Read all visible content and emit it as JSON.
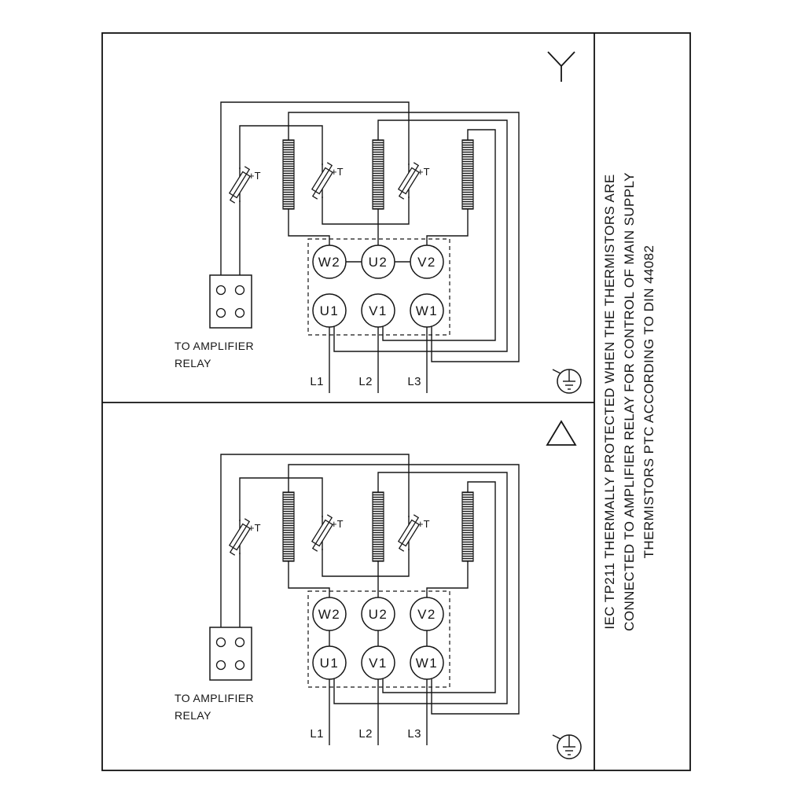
{
  "colors": {
    "line": "#161616",
    "background": "#ffffff"
  },
  "side_note": {
    "line1": "IEC TP211 THERMALLY PROTECTED WHEN THE THERMISTORS ARE",
    "line2": "CONNECTED TO AMPLIFIER RELAY FOR CONTROL OF MAIN SUPPLY",
    "line3": "THERMISTORS PTC ACCORDING TO DIN 44082"
  },
  "star_section": {
    "symbol_icon": "star-connection-icon",
    "relay_caption_line1": "TO AMPLIFIER",
    "relay_caption_line2": "RELAY",
    "thermistor_labels": [
      "+T",
      "+T",
      "+T"
    ],
    "terminals_top_row": [
      "W2",
      "U2",
      "V2"
    ],
    "terminals_bottom_row": [
      "U1",
      "V1",
      "W1"
    ],
    "supply_lines": [
      "L1",
      "L2",
      "L3"
    ]
  },
  "delta_section": {
    "symbol_icon": "delta-connection-icon",
    "relay_caption_line1": "TO AMPLIFIER",
    "relay_caption_line2": "RELAY",
    "thermistor_labels": [
      "+T",
      "+T",
      "+T"
    ],
    "terminals_top_row": [
      "W2",
      "U2",
      "V2"
    ],
    "terminals_bottom_row": [
      "U1",
      "V1",
      "W1"
    ],
    "supply_lines": [
      "L1",
      "L2",
      "L3"
    ]
  }
}
